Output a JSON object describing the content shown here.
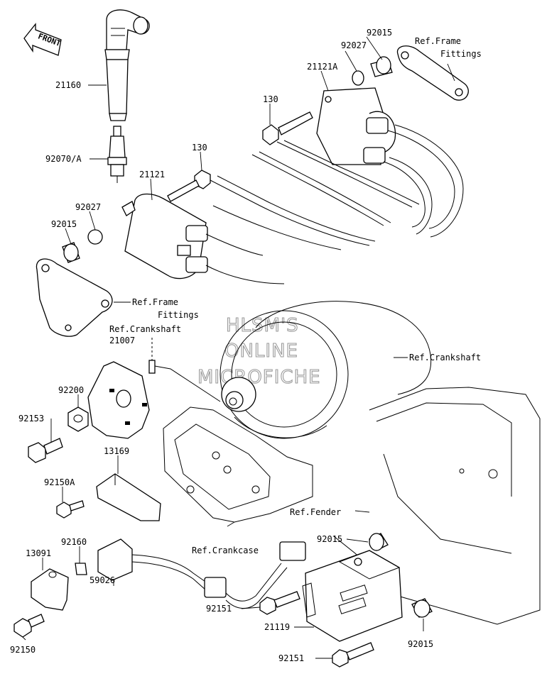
{
  "watermark": {
    "line1": "HLSM'S",
    "line2": "ONLINE",
    "line3": "MICROFICHE"
  },
  "front_marker": "FRONT",
  "labels": {
    "p21160": "21160",
    "p92070A": "92070/A",
    "p92027_top": "92027",
    "p92015_top": "92015",
    "ref_frame_fittings_top_1": "Ref.Frame",
    "ref_frame_fittings_top_2": "Fittings",
    "p21121A": "21121A",
    "p130_top": "130",
    "p130_mid": "130",
    "p21121": "21121",
    "p92027_left": "92027",
    "p92015_left": "92015",
    "ref_frame_fittings_mid_1": "Ref.Frame",
    "ref_frame_fittings_mid_2": "Fittings",
    "ref_crankshaft_left": "Ref.Crankshaft",
    "p21007": "21007",
    "ref_crankshaft_right": "Ref.Crankshaft",
    "p92200": "92200",
    "p92153": "92153",
    "p13169": "13169",
    "p92150A": "92150A",
    "ref_fender": "Ref.Fender",
    "p92015_right_top": "92015",
    "p13091": "13091",
    "p92160": "92160",
    "ref_crankcase": "Ref.Crankcase",
    "p59026": "59026",
    "p92151_mid": "92151",
    "p21119": "21119",
    "p92015_right_bot": "92015",
    "p92150": "92150",
    "p92151_bot": "92151"
  }
}
